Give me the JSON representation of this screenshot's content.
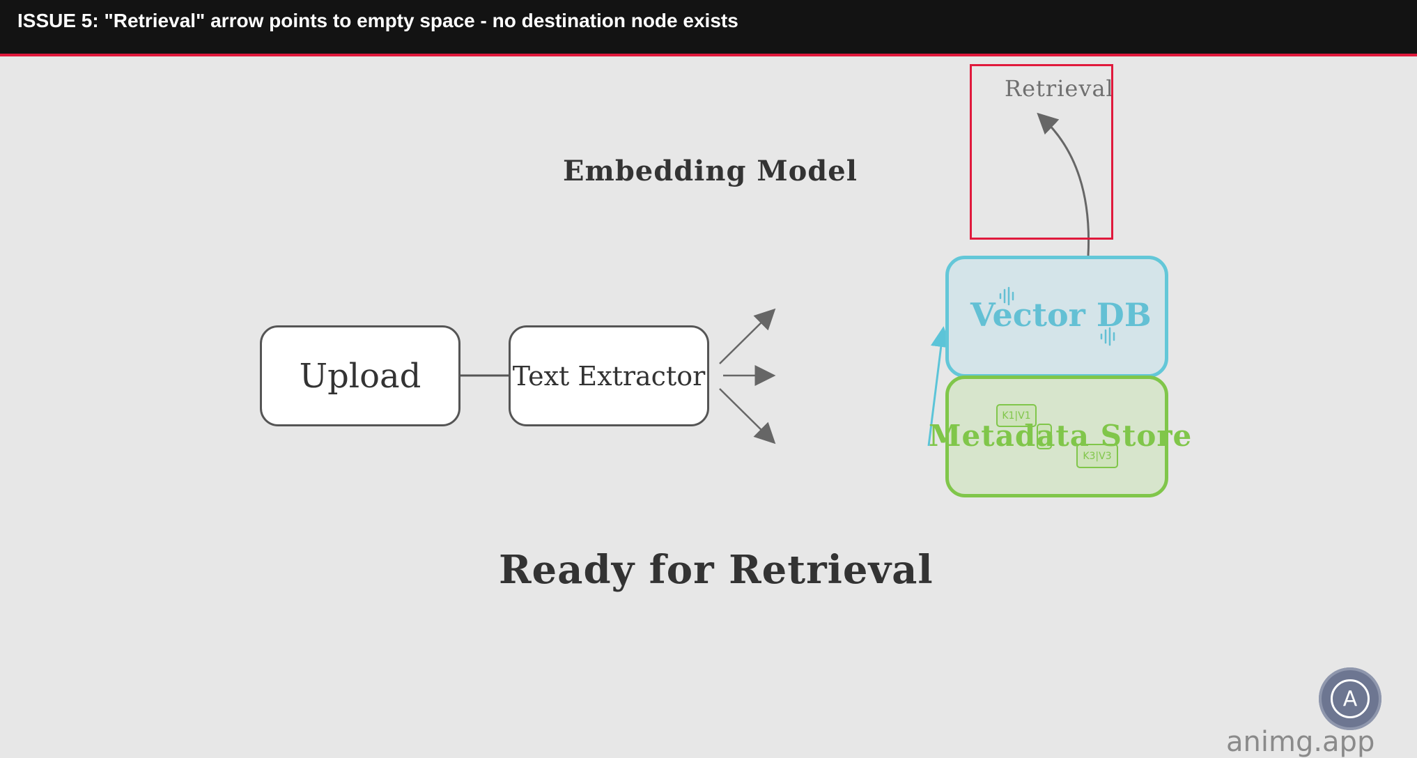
{
  "banner": {
    "text": "ISSUE 5: \"Retrieval\" arrow points to empty space - no destination node exists",
    "accent_color": "#e0193c"
  },
  "diagram": {
    "embedding_title": "Embedding Model",
    "ready_title": "Ready for Retrieval",
    "nodes": {
      "upload": "Upload",
      "text_extractor": "Text Extractor",
      "vector_db": "Vector DB",
      "metadata_store": "Metadata Store"
    },
    "kv_chips": [
      "K1|V1",
      "",
      "K3|V3"
    ],
    "retrieval_label": "Retrieval",
    "colors": {
      "vector_db": "#63c7d8",
      "metadata_store": "#80c64a",
      "arrow": "#666666"
    }
  },
  "branding": {
    "logo_letter": "A",
    "watermark": "animg.app",
    "logo_icon": "animg-logo-icon"
  }
}
